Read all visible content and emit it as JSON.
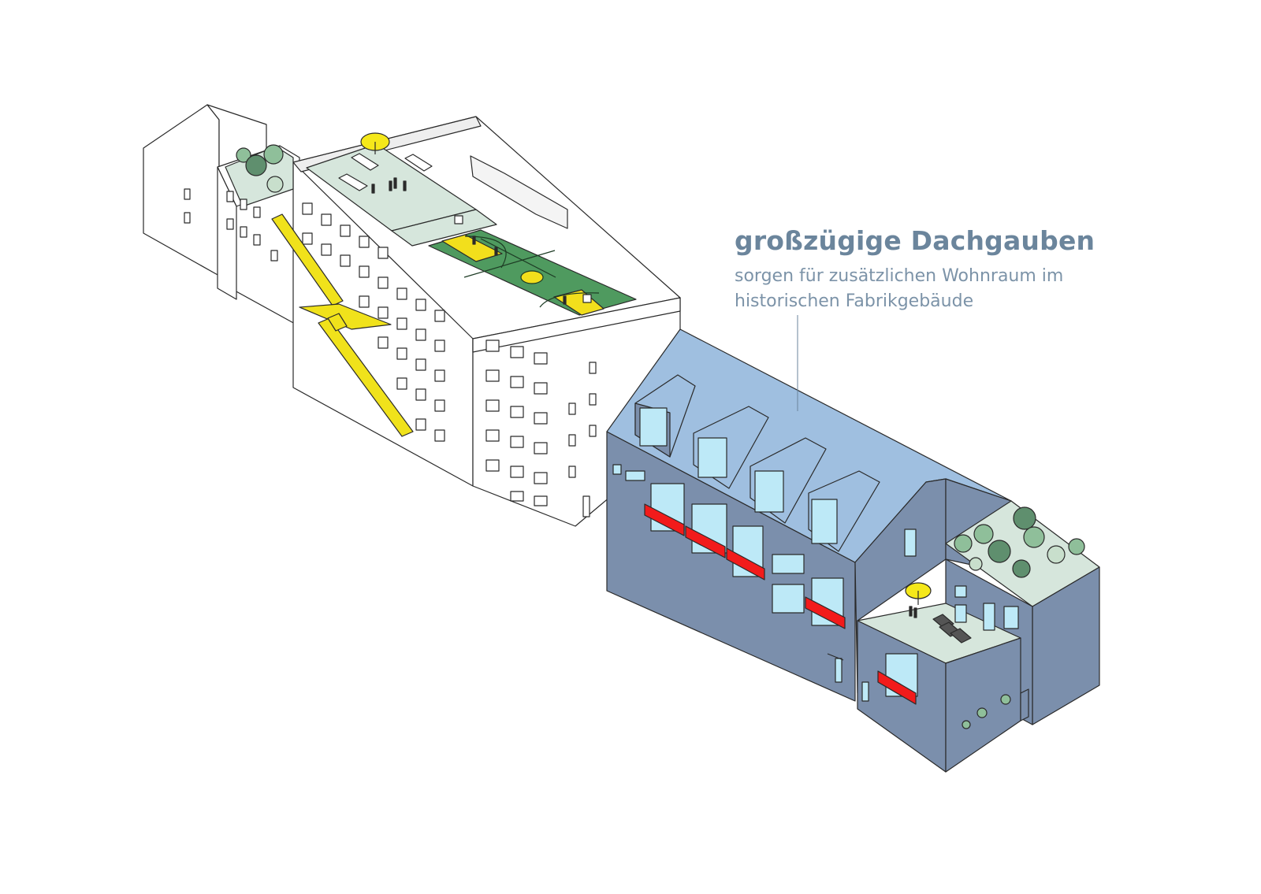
{
  "annotation": {
    "title": "großzügige Dachgauben",
    "subtitle_line1": "sorgen für zusätzlichen Wohnraum im",
    "subtitle_line2": "historischen Fabrikgebäude"
  },
  "colors": {
    "background": "#ffffff",
    "outline": "#2a2a2a",
    "roof_terrace": "#d6e6dc",
    "court_green": "#4f9a5f",
    "court_yellow": "#f2df1c",
    "stair_yellow": "#f0e21b",
    "umbrella_yellow": "#f5e81a",
    "factory_roof": "#9fbfe0",
    "factory_wall": "#7b8fac",
    "glass": "#bde9f7",
    "balcony_red": "#f21b1b",
    "tree_green": "#8fbf9a",
    "tree_dark": "#5f8f6e",
    "annotation_text": "#6b859c"
  }
}
